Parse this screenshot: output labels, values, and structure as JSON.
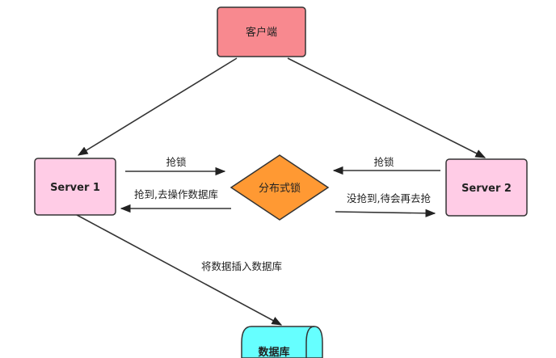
{
  "nodes": {
    "client": {
      "label": "客户端",
      "fill": "#f8898f",
      "stroke": "#333333"
    },
    "server1": {
      "label": "Server 1",
      "fill": "#ffcce6",
      "stroke": "#333333"
    },
    "server2": {
      "label": "Server 2",
      "fill": "#ffcce6",
      "stroke": "#333333"
    },
    "lock": {
      "label": "分布式锁",
      "fill": "#ff9933",
      "stroke": "#333333"
    },
    "database": {
      "label": "数据库",
      "fill": "#66ffff",
      "stroke": "#333333"
    }
  },
  "edges": {
    "s1_grab": "抢锁",
    "s1_result": "抢到,去操作数据库",
    "s2_grab": "抢锁",
    "s2_result": "没抢到,待会再去抢",
    "s1_db": "将数据插入数据库"
  }
}
